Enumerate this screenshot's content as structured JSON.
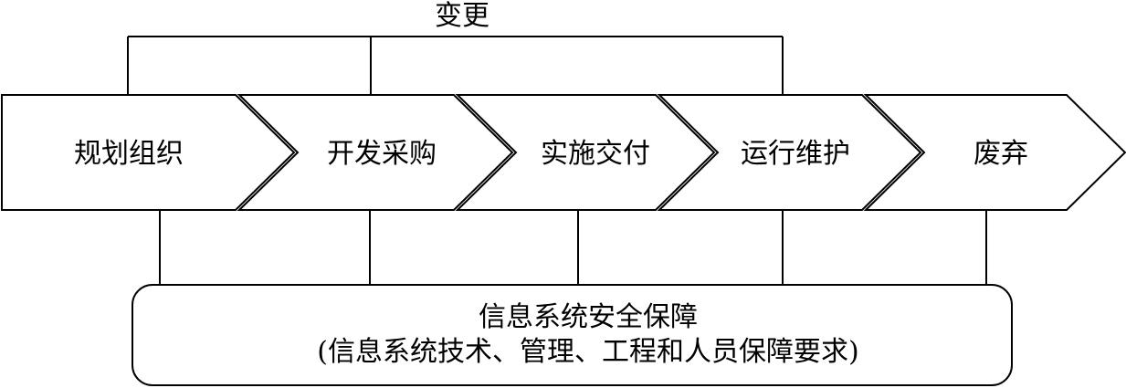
{
  "change_label": "变更",
  "stages": [
    {
      "label": "规划组织"
    },
    {
      "label": "开发采购"
    },
    {
      "label": "实施交付"
    },
    {
      "label": "运行维护"
    },
    {
      "label": "废弃"
    }
  ],
  "assurance_box": {
    "title": "信息系统安全保障",
    "subtitle": "(信息系统技术、管理、工程和人员保障要求)"
  }
}
